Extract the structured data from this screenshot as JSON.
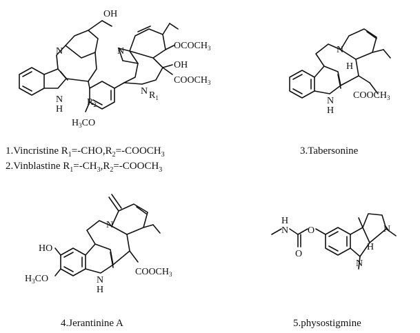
{
  "figure": {
    "captions": {
      "c1": "1.Vincristine R",
      "c1_sub1": "1",
      "c1_mid": "=-CHO,R",
      "c1_sub2": "2",
      "c1_end": "=-COOCH",
      "c1_sub3": "3",
      "c2": "2.Vinblastine R",
      "c2_sub1": "1",
      "c2_mid": "=-CH",
      "c2_sub2": "3",
      "c2_mid2": ",R",
      "c2_sub3": "2",
      "c2_end": "=-COOCH",
      "c2_sub4": "3",
      "c3": "3.Tabersonine",
      "c4": "4.Jerantinine A",
      "c5": "5.physostigmine"
    },
    "labels": {
      "oh": "OH",
      "n": "N",
      "h": "H",
      "r1": "R",
      "r1_sub": "1",
      "r2": "R",
      "r2_sub": "2",
      "oac": "OCOCH",
      "oac_sub": "3",
      "cooch": "COOCH",
      "cooch_sub": "3",
      "ho": "HO",
      "h3co": "H",
      "h3co_sub": "3",
      "h3co_end": "CO",
      "o": "O"
    }
  }
}
